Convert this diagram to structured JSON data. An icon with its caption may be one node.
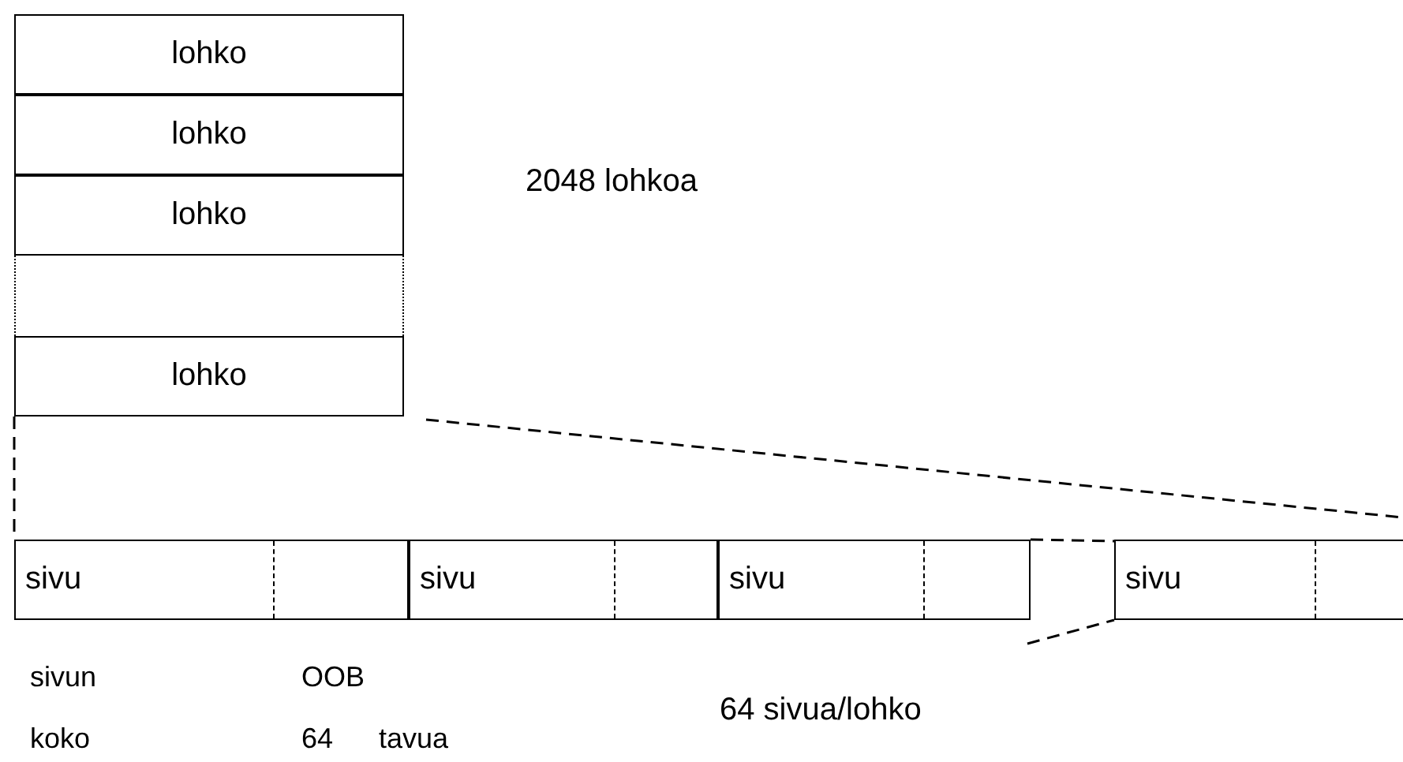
{
  "diagram": {
    "nodes": [
      {
        "text": [
          "lohko"
        ]
      },
      {
        "text": [
          "lohko"
        ]
      },
      {
        "text": [
          "lohko"
        ]
      },
      {
        "text": [],
        "shape": "box"
      },
      {
        "text": [
          "lohko"
        ]
      },
      {
        "text": [
          "sivu"
        ]
      },
      {
        "text": [
          "sivu"
        ]
      },
      {
        "text": [
          "sivu"
        ]
      },
      {
        "text": [
          "sivu"
        ]
      }
    ],
    "edges": [
      {
        "from": 4,
        "to": 5,
        "arrow": "none",
        "style": "dashed"
      },
      {
        "from": 4,
        "to": null,
        "arrow": "none",
        "style": "dashed"
      },
      {
        "from": 7,
        "to": 8,
        "arrow": "none",
        "style": "dashed"
      },
      {
        "from": 7,
        "to": 8,
        "arrow": "none",
        "style": "dashed"
      }
    ],
    "labels": [
      "2048 lohkoa",
      "sivun",
      "OOB",
      "64 sivua/lohko",
      "koko",
      "64",
      "tavua"
    ]
  }
}
